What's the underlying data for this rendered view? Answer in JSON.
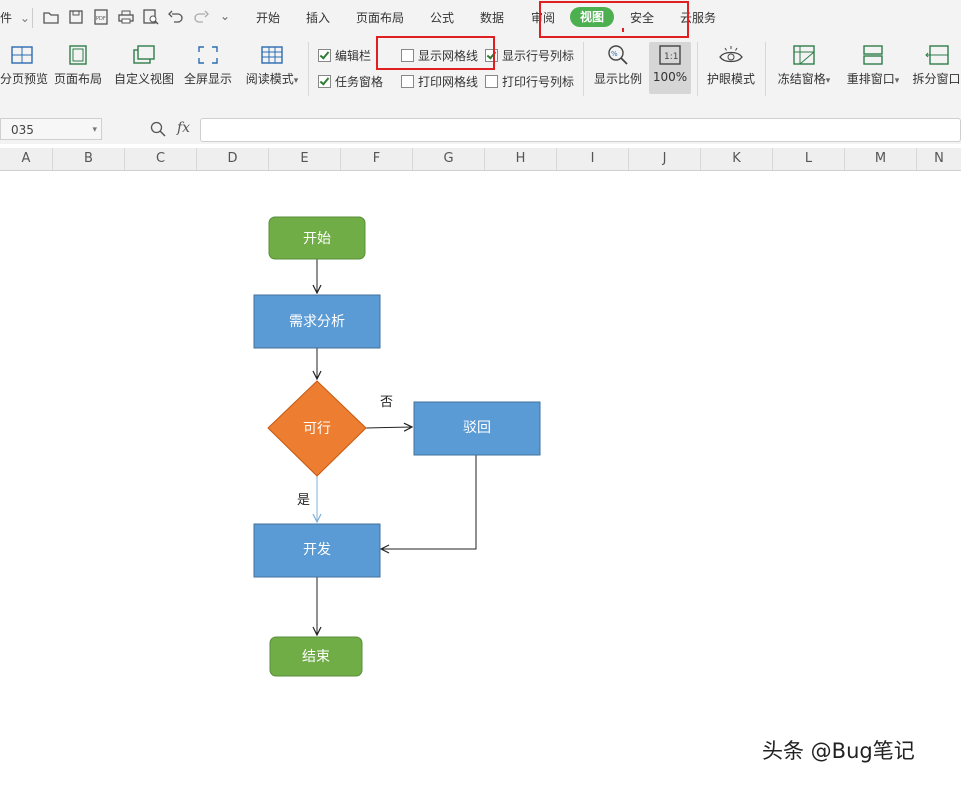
{
  "menubar": {
    "file_fragment": "件",
    "tabs": [
      "开始",
      "插入",
      "页面布局",
      "公式",
      "数据",
      "审阅",
      "视图",
      "安全",
      "云服务"
    ],
    "active_tab": "视图"
  },
  "ribbon": {
    "buttons": {
      "page_break_preview": "分页预览",
      "page_layout": "页面布局",
      "custom_view": "自定义视图",
      "full_screen": "全屏显示",
      "reading_mode": "阅读模式",
      "zoom": "显示比例",
      "zoom_100": "100%",
      "eye_protection": "护眼模式",
      "freeze_panes": "冻结窗格",
      "arrange_windows": "重排窗口",
      "split_window": "拆分窗口"
    },
    "checkboxes": {
      "edit_bar": {
        "label": "编辑栏",
        "checked": true
      },
      "task_pane": {
        "label": "任务窗格",
        "checked": true
      },
      "show_gridlines": {
        "label": "显示网格线",
        "checked": false
      },
      "print_gridlines": {
        "label": "打印网格线",
        "checked": false
      },
      "show_headings": {
        "label": "显示行号列标",
        "checked": true
      },
      "print_headings": {
        "label": "打印行号列标",
        "checked": false
      }
    }
  },
  "formula_bar": {
    "name_box": "035",
    "fx": "fx",
    "value": ""
  },
  "columns": [
    "A",
    "B",
    "C",
    "D",
    "E",
    "F",
    "G",
    "H",
    "I",
    "J",
    "K",
    "L",
    "M",
    "N"
  ],
  "flowchart": {
    "start": "开始",
    "analysis": "需求分析",
    "decision": "可行",
    "no_label": "否",
    "reject": "驳回",
    "yes_label": "是",
    "develop": "开发",
    "end": "结束"
  },
  "colors": {
    "green": "#70ad47",
    "blue": "#5b9bd5",
    "orange": "#ed7d31",
    "highlight": "#e02020",
    "active_tab": "#4caf50"
  },
  "watermark": "头条 @Bug笔记"
}
